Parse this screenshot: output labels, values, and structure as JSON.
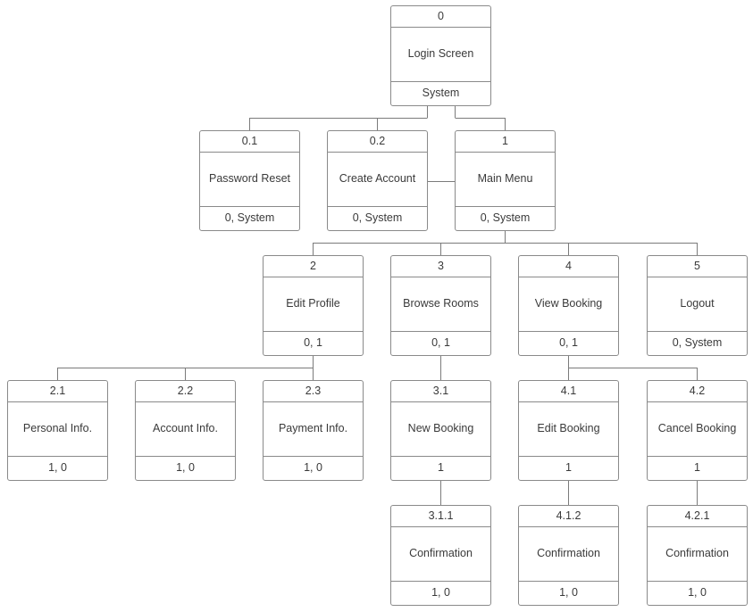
{
  "nodes": {
    "n0": {
      "id": "0",
      "title": "Login Screen",
      "access": "System"
    },
    "n0_1": {
      "id": "0.1",
      "title": "Password Reset",
      "access": "0, System"
    },
    "n0_2": {
      "id": "0.2",
      "title": "Create Account",
      "access": "0, System"
    },
    "n1": {
      "id": "1",
      "title": "Main Menu",
      "access": "0, System"
    },
    "n2": {
      "id": "2",
      "title": "Edit Profile",
      "access": "0, 1"
    },
    "n3": {
      "id": "3",
      "title": "Browse Rooms",
      "access": "0, 1"
    },
    "n4": {
      "id": "4",
      "title": "View Booking",
      "access": "0, 1"
    },
    "n5": {
      "id": "5",
      "title": "Logout",
      "access": "0, System"
    },
    "n2_1": {
      "id": "2.1",
      "title": "Personal Info.",
      "access": "1, 0"
    },
    "n2_2": {
      "id": "2.2",
      "title": "Account Info.",
      "access": "1, 0"
    },
    "n2_3": {
      "id": "2.3",
      "title": "Payment Info.",
      "access": "1, 0"
    },
    "n3_1": {
      "id": "3.1",
      "title": "New Booking",
      "access": "1"
    },
    "n4_1": {
      "id": "4.1",
      "title": "Edit Booking",
      "access": "1"
    },
    "n4_2": {
      "id": "4.2",
      "title": "Cancel Booking",
      "access": "1"
    },
    "n3_1_1": {
      "id": "3.1.1",
      "title": "Confirmation",
      "access": "1, 0"
    },
    "n4_1_2": {
      "id": "4.1.2",
      "title": "Confirmation",
      "access": "1, 0"
    },
    "n4_2_1": {
      "id": "4.2.1",
      "title": "Confirmation",
      "access": "1, 0"
    }
  },
  "edges": [
    [
      "n0",
      "n0_1"
    ],
    [
      "n0",
      "n0_2"
    ],
    [
      "n0",
      "n1"
    ],
    [
      "n0_2",
      "n1"
    ],
    [
      "n1",
      "n2"
    ],
    [
      "n1",
      "n3"
    ],
    [
      "n1",
      "n4"
    ],
    [
      "n1",
      "n5"
    ],
    [
      "n2",
      "n2_1"
    ],
    [
      "n2",
      "n2_2"
    ],
    [
      "n2",
      "n2_3"
    ],
    [
      "n3",
      "n3_1"
    ],
    [
      "n4",
      "n4_1"
    ],
    [
      "n4",
      "n4_2"
    ],
    [
      "n3_1",
      "n3_1_1"
    ],
    [
      "n4_1",
      "n4_1_2"
    ],
    [
      "n4_2",
      "n4_2_1"
    ]
  ]
}
